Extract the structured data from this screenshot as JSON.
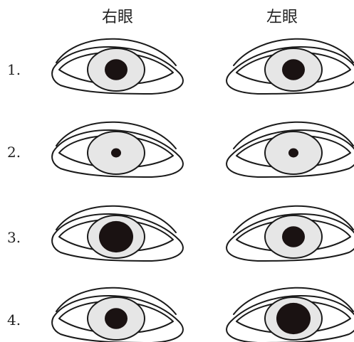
{
  "headers": {
    "right_eye": "右眼",
    "left_eye": "左眼"
  },
  "rows": [
    {
      "label": "1.",
      "right_pupil": "medium",
      "left_pupil": "medium"
    },
    {
      "label": "2.",
      "right_pupil": "small",
      "left_pupil": "small"
    },
    {
      "label": "3.",
      "right_pupil": "large",
      "left_pupil": "medium"
    },
    {
      "label": "4.",
      "right_pupil": "medium",
      "left_pupil": "large"
    }
  ],
  "colors": {
    "line": "#1a1a1a",
    "iris": "#e6e6e6",
    "pupil": "#1a1212"
  }
}
